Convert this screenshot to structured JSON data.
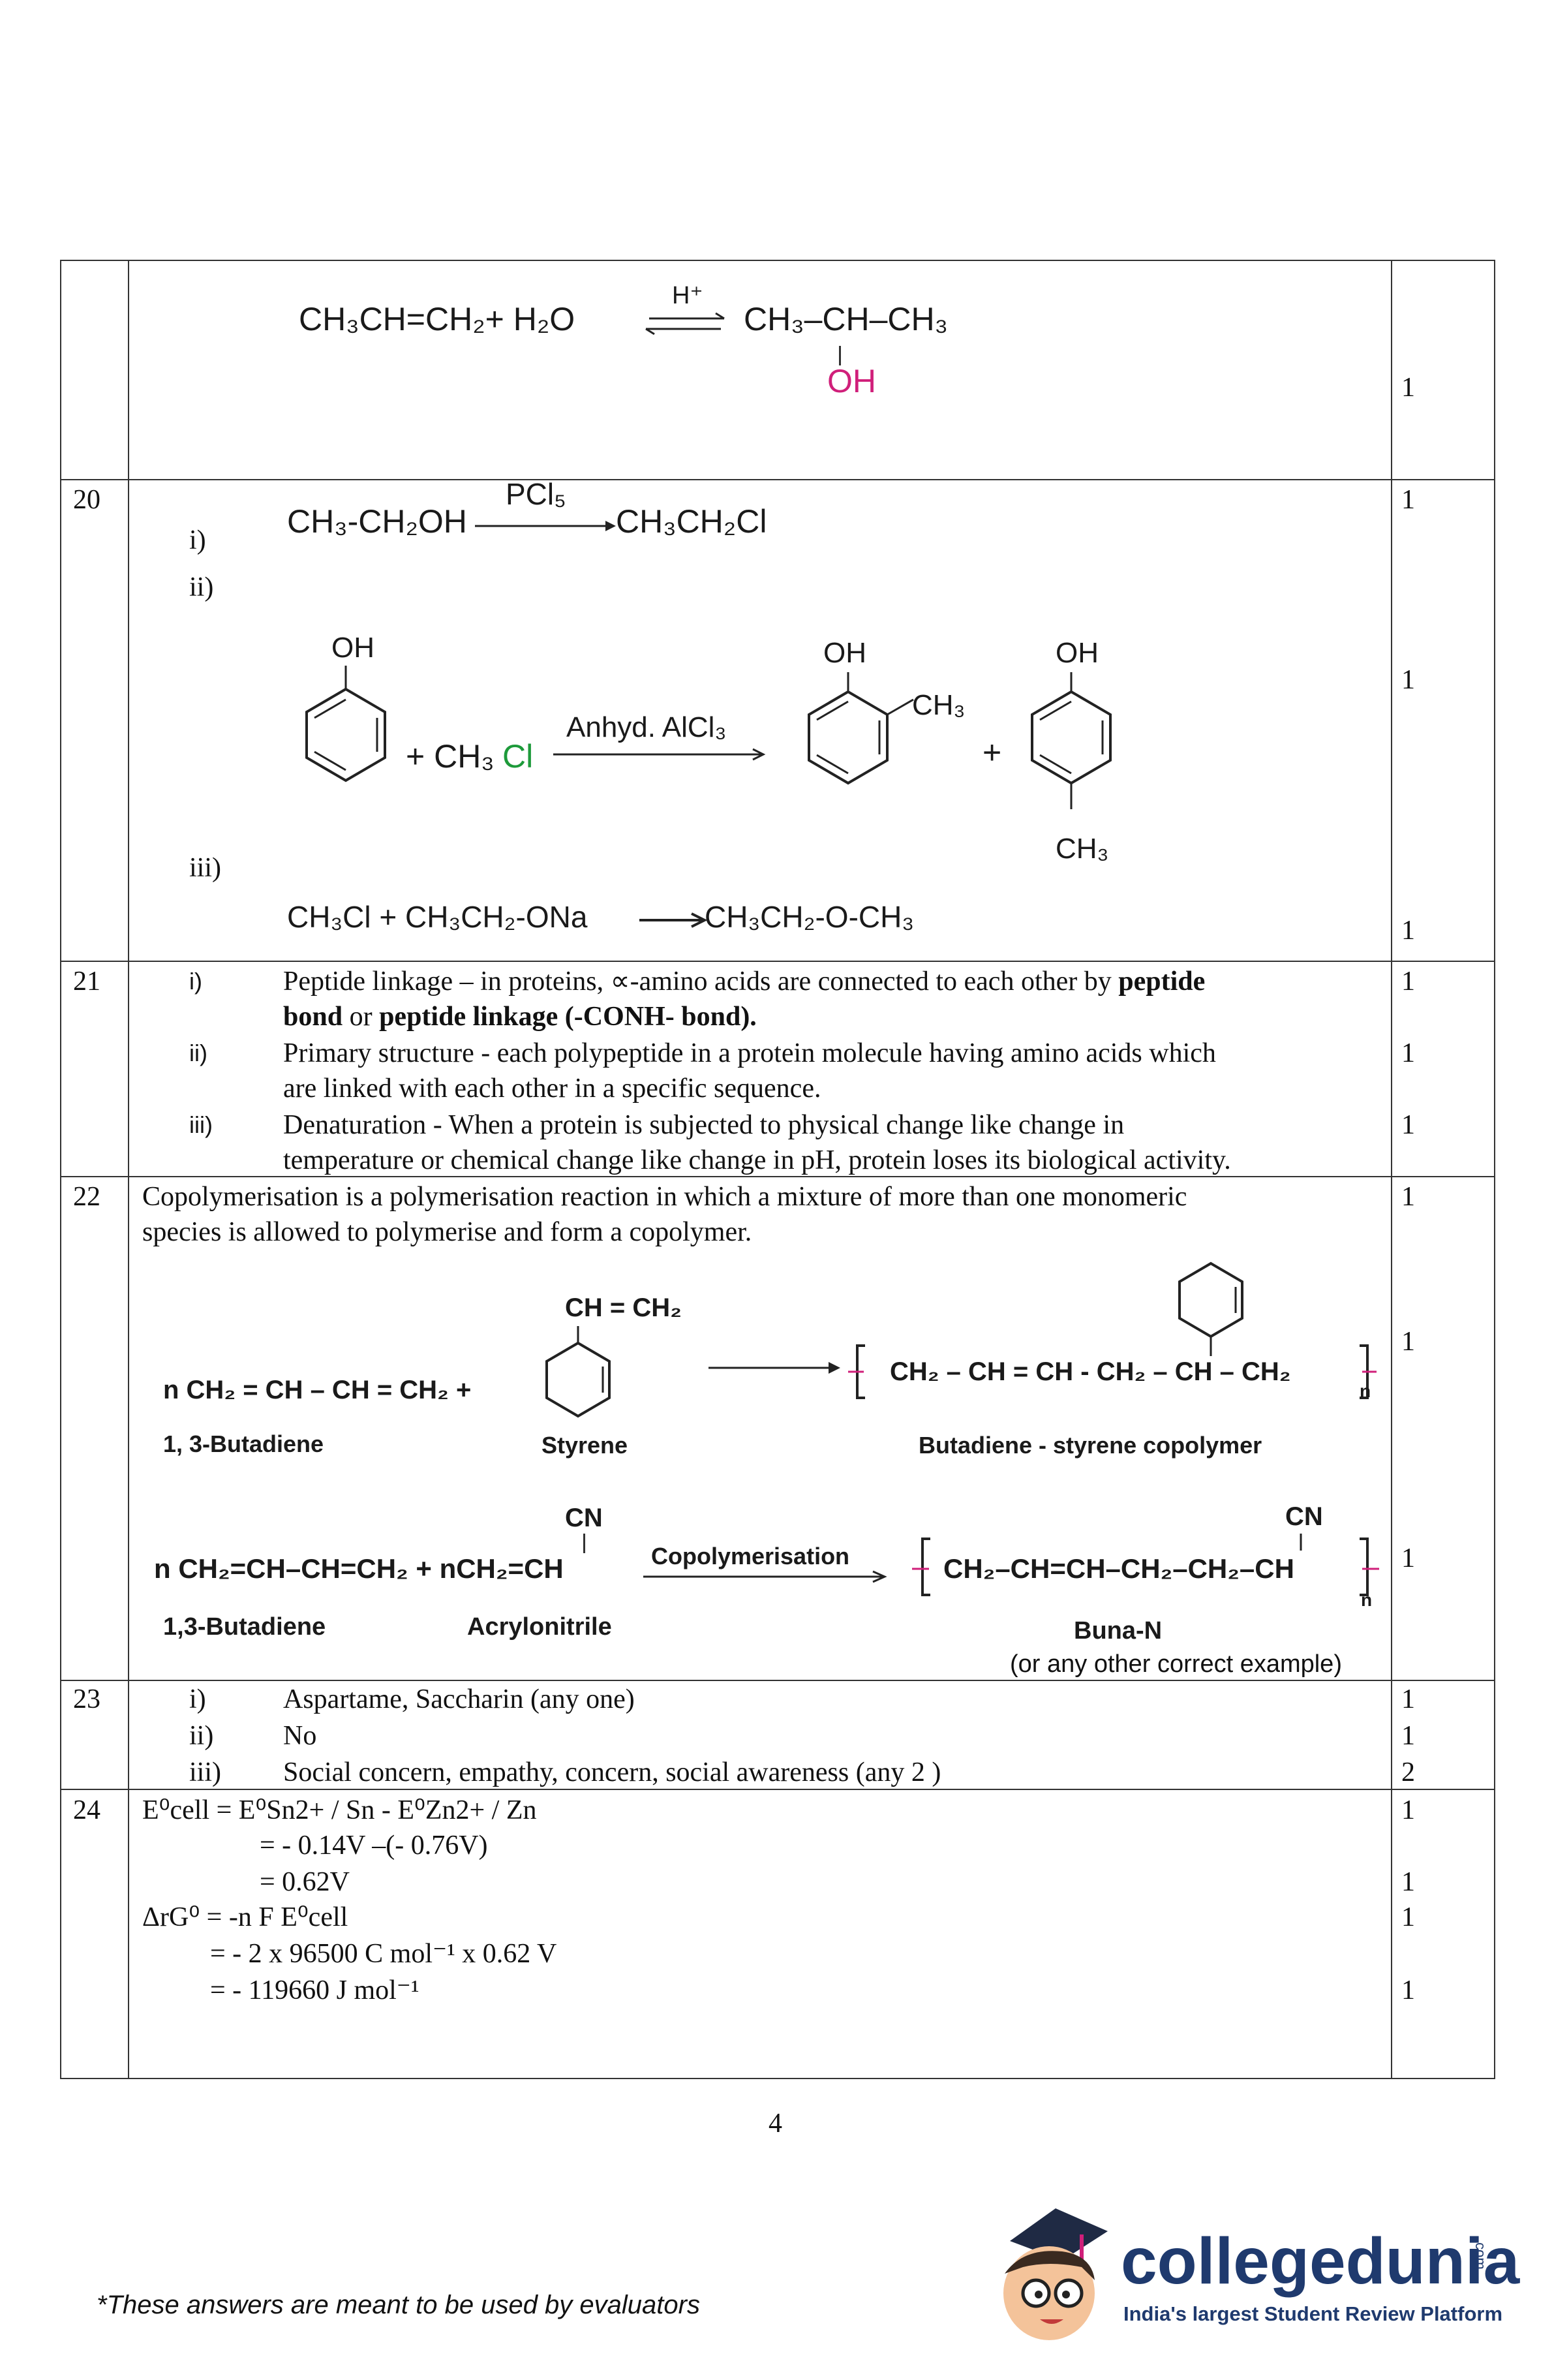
{
  "rows": {
    "r19": {
      "eq_left": "CH₃CH=CH₂+ H₂O",
      "cond": "H⁺",
      "prod_main": "CH₃–CH–CH₃",
      "prod_oh": "OH",
      "mark": "1"
    },
    "r20": {
      "num": "20",
      "i_label": "i)",
      "i_reactant": "CH₃-CH₂OH",
      "i_reagent": "PCl₅",
      "i_product": "CH₃CH₂Cl",
      "i_mark": "1",
      "ii_label": "ii)",
      "ii_oh1": "OH",
      "ii_plus1": "+ CH₃",
      "ii_cl": "Cl",
      "ii_cond": "Anhyd. AlCl₃",
      "ii_oh2": "OH",
      "ii_ch3a": "CH₃",
      "ii_plus2": "+",
      "ii_oh3": "OH",
      "ii_ch3b": "CH₃",
      "ii_mark": "1",
      "iii_label": "iii)",
      "iii_eq": "CH₃Cl + CH₃CH₂-ONa",
      "iii_product": "CH₃CH₂-O-CH₃",
      "iii_mark": "1"
    },
    "r21": {
      "num": "21",
      "i_label": "i)",
      "i_line1_a": "Peptide linkage – in proteins, ∝-amino acids  are connected to each other by ",
      "i_line1_b": "peptide",
      "i_line2_a": "bond",
      "i_line2_b": " or ",
      "i_line2_c": "peptide linkage (-CONH- bond).",
      "i_mark": "1",
      "ii_label": "ii)",
      "ii_line1": "Primary structure - each polypeptide in a  protein molecule having amino acids which",
      "ii_line2": "are linked with each other in a  specific sequence.",
      "ii_mark": "1",
      "iii_label": "iii)",
      "iii_line1": "Denaturation - When a  protein is subjected to physical change like change  in",
      "iii_line2": "temperature or chemical change like change in pH, protein loses its biological activity.",
      "iii_mark": "1"
    },
    "r22": {
      "num": "22",
      "line1": "Copolymerisation is a polymerisation reaction in which a mixture  of more than one monomeric",
      "line2": "species is allowed to polymerise and form a  copolymer.",
      "mark1": "1",
      "mark2": "1",
      "mark3": "1",
      "s1_reactant": "n CH₂ = CH – CH = CH₂ +",
      "s1_styrene_top": "CH = CH₂",
      "s1_product": "CH₂ – CH = CH - CH₂ – CH – CH₂",
      "s1_n": "n",
      "s1_lbl1": "1, 3-Butadiene",
      "s1_lbl2": "Styrene",
      "s1_lbl3": "Butadiene - styrene copolymer",
      "s2_reactant": "n CH₂=CH–CH=CH₂ + nCH₂=CH",
      "s2_cn1": "CN",
      "s2_cond": "Copolymerisation",
      "s2_product": "CH₂–CH=CH–CH₂–CH₂–CH",
      "s2_cn2": "CN",
      "s2_n": "n",
      "s2_lbl1": "1,3-Butadiene",
      "s2_lbl2": "Acrylonitrile",
      "s2_lbl3": "Buna-N",
      "note": "(or any other correct example)"
    },
    "r23": {
      "num": "23",
      "i_label": "i)",
      "i_text": "Aspartame, Saccharin  (any one)",
      "i_mark": "1",
      "ii_label": "ii)",
      "ii_text": "No",
      "ii_mark": "1",
      "iii_label": "iii)",
      "iii_text": "Social concern, empathy, concern, social awareness (any 2 )",
      "iii_mark": "2"
    },
    "r24": {
      "num": "24",
      "l1": "E⁰cell = E⁰Sn2+ / Sn - E⁰Zn2+ / Zn",
      "l2": "= - 0.14V –(- 0.76V)",
      "l3": "= 0.62V",
      "l4": "ΔrG⁰ = -n F E⁰cell",
      "l5": "= - 2 x 96500 C mol⁻¹ x 0.62 V",
      "l6": "= - 119660 J mol⁻¹",
      "m1": "1",
      "m3": "1",
      "m4": "1",
      "m6": "1"
    }
  },
  "page_number": "4",
  "footer_note": "*These answers are meant to be used by evaluators",
  "logo": {
    "name": "collegedunia",
    "dotcom": ".com",
    "tagline": "India's largest Student Review Platform"
  },
  "colors": {
    "brand": "#1f3a6e",
    "pink": "#d01f7a",
    "green": "#1d9a3a"
  }
}
